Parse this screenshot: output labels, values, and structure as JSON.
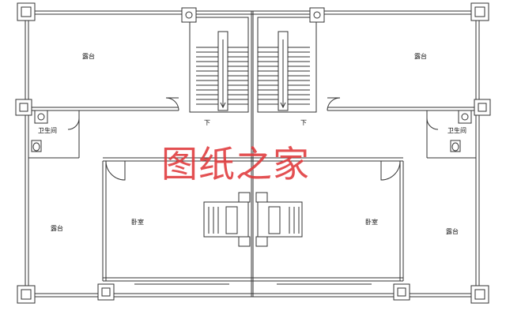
{
  "labels": {
    "balcony": "露台",
    "bedroom": "卧室",
    "bathroom": "卫生间",
    "stair_down": "下"
  },
  "watermark": "图纸之家",
  "colors": {
    "line": "#333333",
    "watermark": "#e0393b"
  }
}
